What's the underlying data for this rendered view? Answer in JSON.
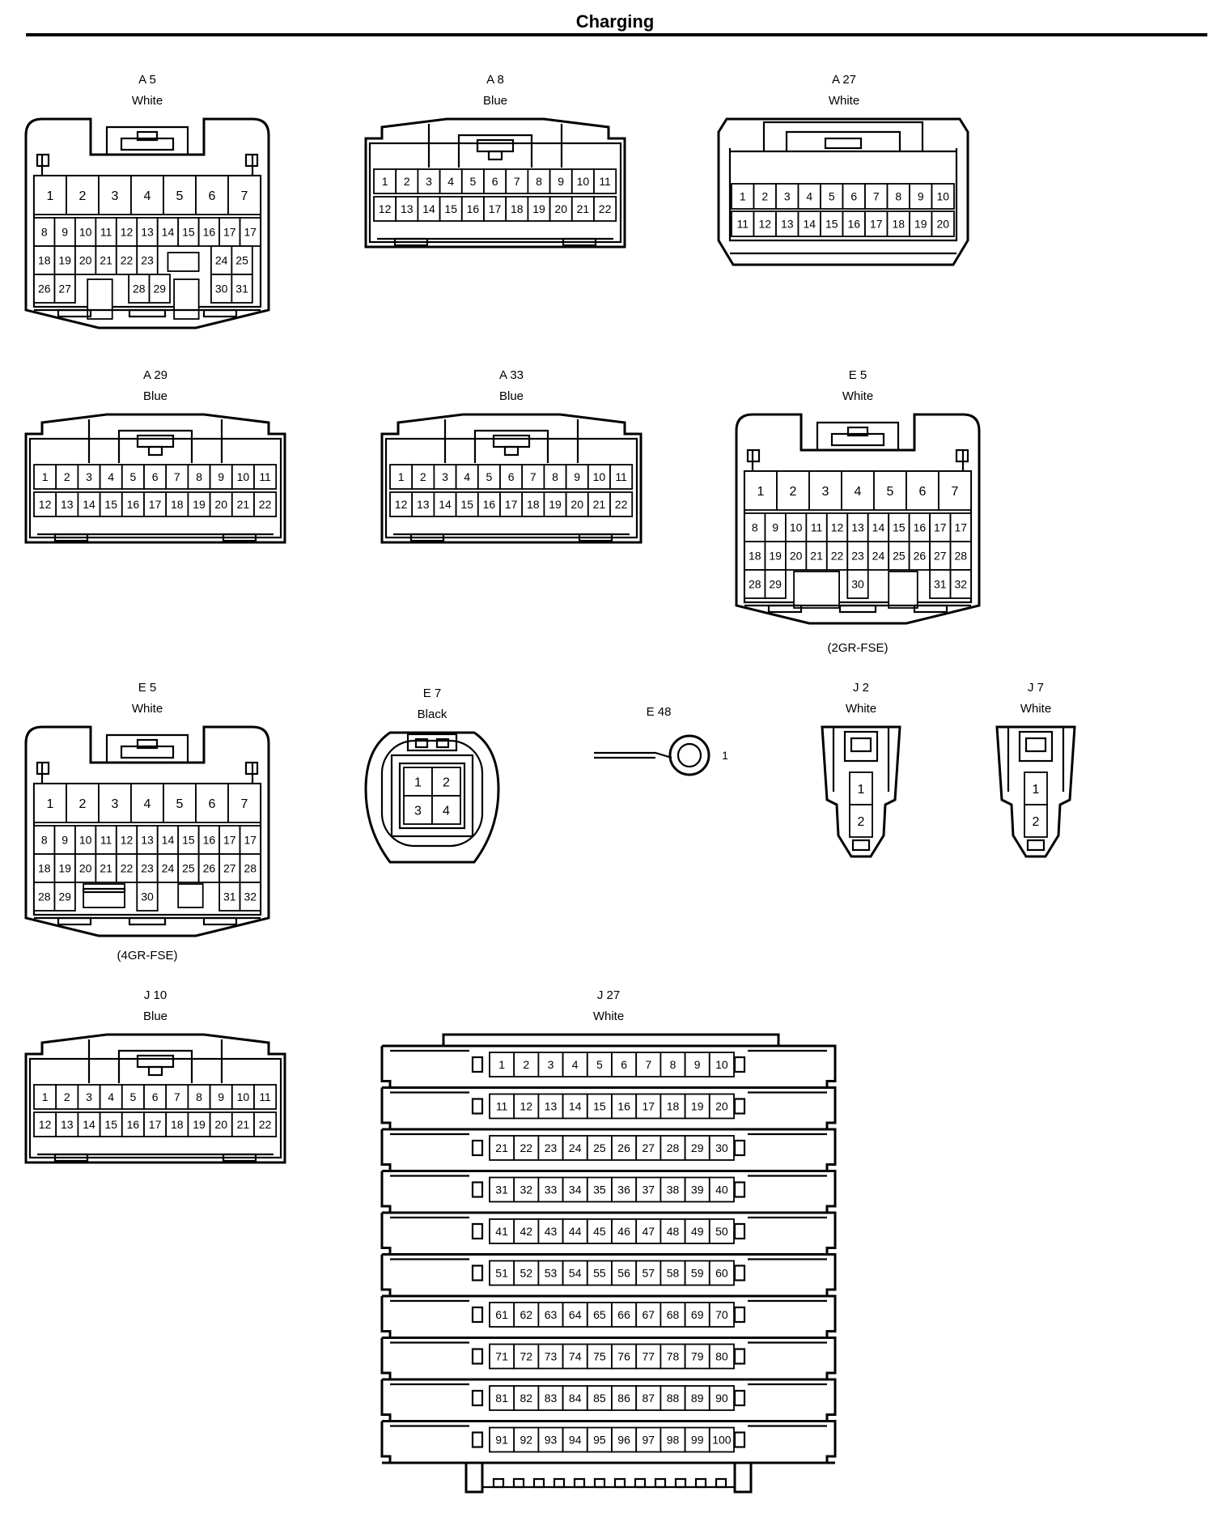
{
  "page": {
    "title": "Charging"
  },
  "connectors": [
    {
      "id": "A 5",
      "color": "White",
      "pins": 31
    },
    {
      "id": "A 8",
      "color": "Blue",
      "pins": 22
    },
    {
      "id": "A 27",
      "color": "White",
      "pins": 20
    },
    {
      "id": "A 29",
      "color": "Blue",
      "pins": 22
    },
    {
      "id": "A 33",
      "color": "Blue",
      "pins": 22
    },
    {
      "id": "E 5",
      "color": "White",
      "pins": 32,
      "note": "(2GR-FSE)"
    },
    {
      "id": "E 5",
      "color": "White",
      "pins": 32,
      "note": "(4GR-FSE)"
    },
    {
      "id": "E 7",
      "color": "Black",
      "pins": 4
    },
    {
      "id": "E 48",
      "color": "",
      "pins": 1
    },
    {
      "id": "J 2",
      "color": "White",
      "pins": 2
    },
    {
      "id": "J 7",
      "color": "White",
      "pins": 2
    },
    {
      "id": "J 10",
      "color": "Blue",
      "pins": 22
    },
    {
      "id": "J 27",
      "color": "White",
      "pins": 100
    }
  ]
}
